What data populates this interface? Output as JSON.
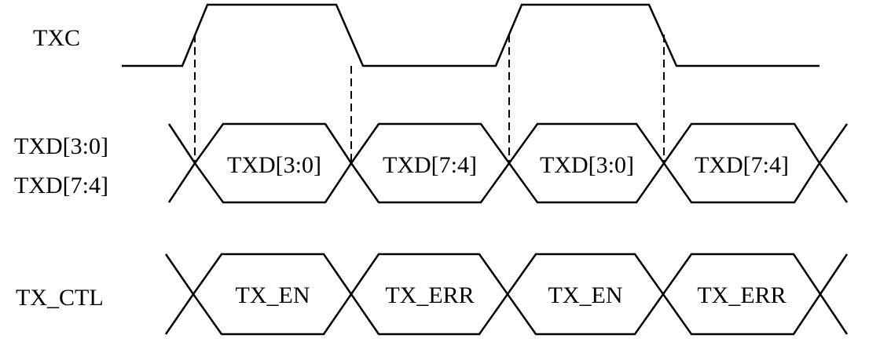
{
  "signals": {
    "txc": {
      "label": "TXC"
    },
    "txd": {
      "label_line1": "TXD[3:0]",
      "label_line2": "TXD[7:4]"
    },
    "tx_ctl": {
      "label": "TX_CTL"
    }
  },
  "txd_cells": [
    "TXD[3:0]",
    "TXD[7:4]",
    "TXD[3:0]",
    "TXD[7:4]"
  ],
  "tx_ctl_cells": [
    "TX_EN",
    "TX_ERR",
    "TX_EN",
    "TX_ERR"
  ],
  "colors": {
    "line": "#000000",
    "background": "#ffffff"
  }
}
